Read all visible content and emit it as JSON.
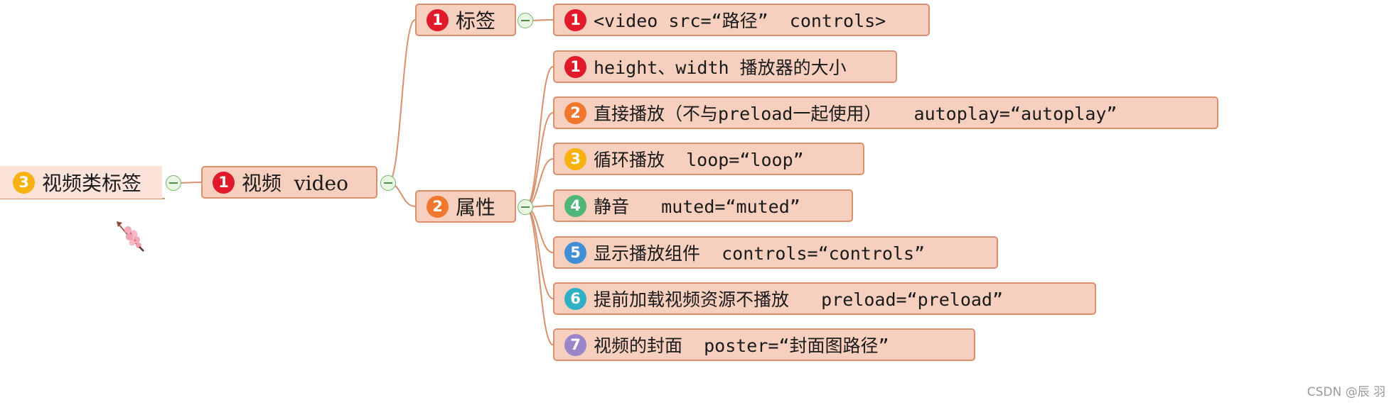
{
  "colors": {
    "node_fill": "#f6cfbf",
    "node_border": "#d7916f",
    "root_fill": "#fbe3da",
    "connector": "#d7916f",
    "toggle_border": "#74b56a",
    "priority": {
      "1": "#e0192b",
      "2": "#f0772c",
      "3": "#f7b20f",
      "4": "#4fb67a",
      "5": "#3f8fd6",
      "6": "#2fb0c4",
      "7": "#9b85c9"
    }
  },
  "mindmap": {
    "root": {
      "badge": "3",
      "label": "视频类标签"
    },
    "main": {
      "badge": "1",
      "label": "视频  video"
    },
    "branches": [
      {
        "badge": "1",
        "label": "标签",
        "children": [
          {
            "badge": "1",
            "label": "<video src=“路径”  controls>"
          }
        ]
      },
      {
        "badge": "2",
        "label": "属性",
        "children": [
          {
            "badge": "1",
            "label": "height、width 播放器的大小"
          },
          {
            "badge": "2",
            "label": "直接播放（不与preload一起使用）   autoplay=“autoplay”"
          },
          {
            "badge": "3",
            "label": "循环播放  loop=“loop”"
          },
          {
            "badge": "4",
            "label": "静音   muted=“muted”"
          },
          {
            "badge": "5",
            "label": "显示播放组件  controls=“controls”"
          },
          {
            "badge": "6",
            "label": "提前加载视频资源不播放   preload=“preload”"
          },
          {
            "badge": "7",
            "label": "视频的封面  poster=“封面图路径”"
          }
        ]
      }
    ]
  },
  "watermark": "CSDN @辰 羽",
  "icons": {
    "toggle": "collapse-minus-icon",
    "decoration": "cherry-blossom-icon"
  }
}
